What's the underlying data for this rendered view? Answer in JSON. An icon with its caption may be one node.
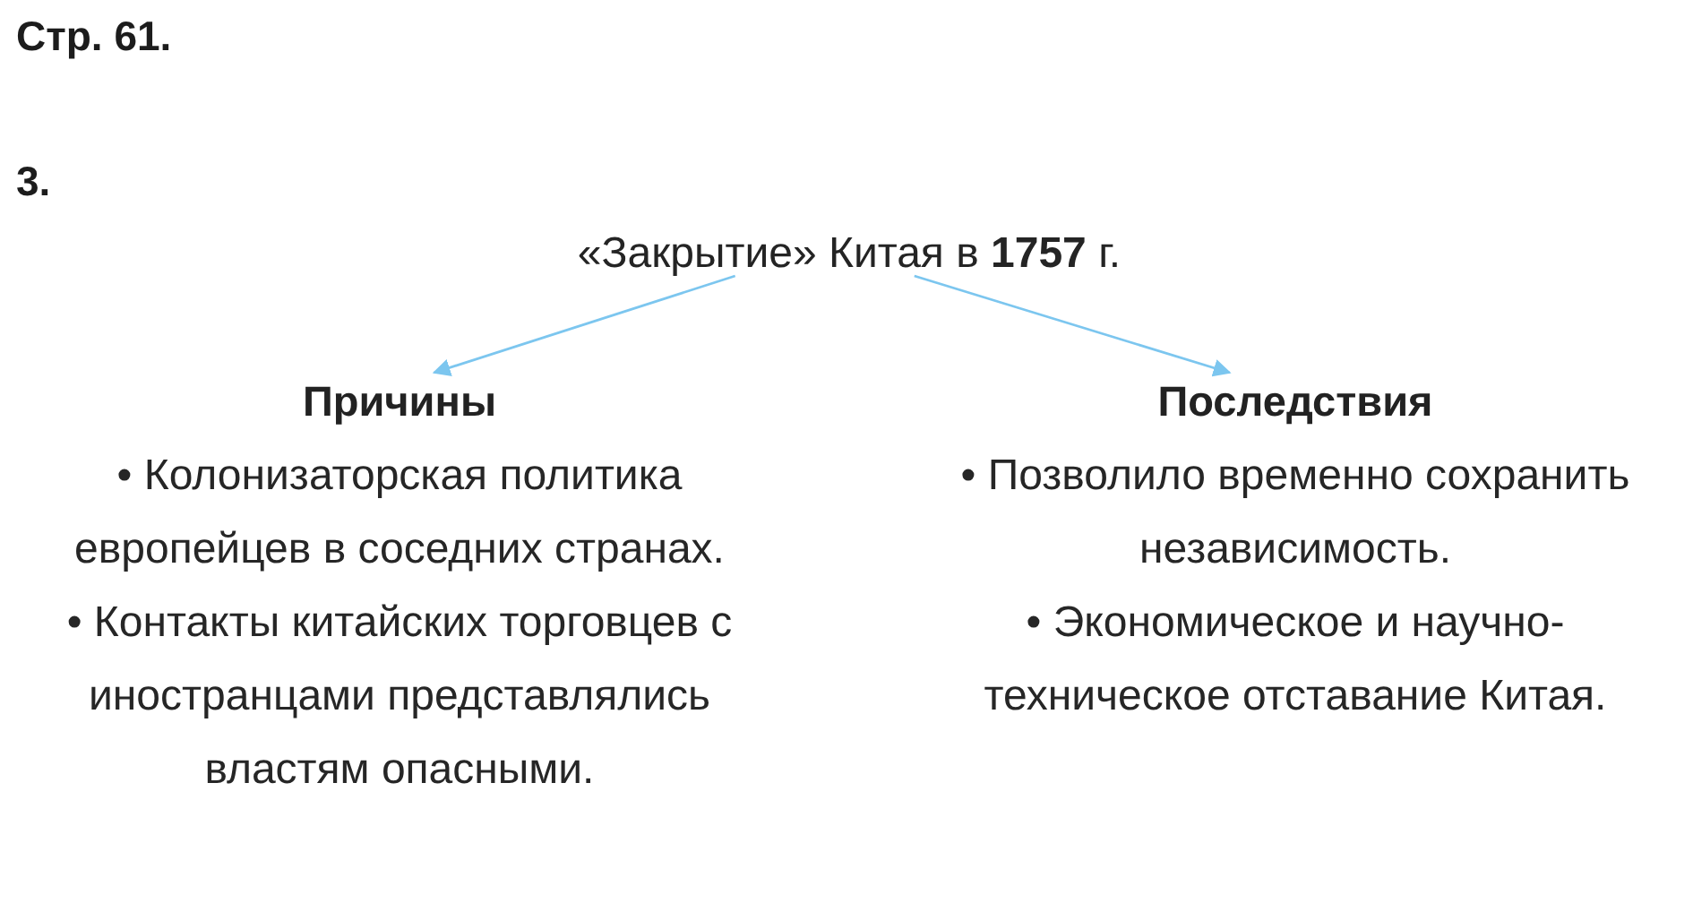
{
  "diagram": {
    "nodes": [
      {
        "text": [
          "«Закрытие» Китая в **1757** г."
        ]
      },
      {
        "text": [
          "Причины",
          "• Колонизаторская политика европейцев в соседних странах.",
          "• Контакты китайских торговцев с иностранцами представлялись властям опасными."
        ]
      },
      {
        "text": [
          "Последствия",
          "• Позволило временно сохранить независимость.",
          "• Экономическое и научно-техническое отставание Китая."
        ]
      }
    ],
    "edges": [
      {
        "from": 0,
        "to": 1,
        "arrow": "to"
      },
      {
        "from": 0,
        "to": 2,
        "arrow": "to"
      }
    ],
    "labels": [
      "Стр. 61.",
      "3."
    ]
  }
}
